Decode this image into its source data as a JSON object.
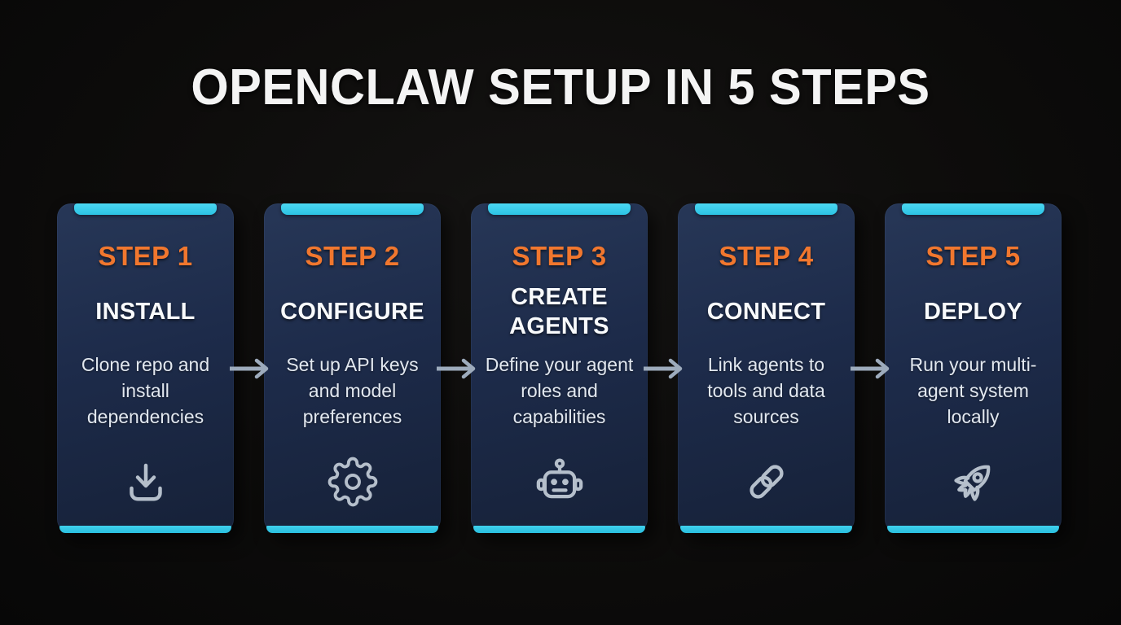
{
  "header": {
    "title": "OPENCLAW SETUP IN 5 STEPS"
  },
  "steps": [
    {
      "step_label": "STEP 1",
      "title": "INSTALL",
      "description": "Clone repo and install dependencies",
      "icon": "download-icon"
    },
    {
      "step_label": "STEP 2",
      "title": "CONFIGURE",
      "description": "Set up API keys and model preferences",
      "icon": "gear-icon"
    },
    {
      "step_label": "STEP 3",
      "title": "CREATE AGENTS",
      "description": "Define your agent roles and capabilities",
      "icon": "robot-icon"
    },
    {
      "step_label": "STEP 4",
      "title": "CONNECT",
      "description": "Link agents to tools and data sources",
      "icon": "link-icon"
    },
    {
      "step_label": "STEP 5",
      "title": "DEPLOY",
      "description": "Run your multi-agent system locally",
      "icon": "rocket-icon"
    }
  ],
  "colors": {
    "background": "#0d0c0b",
    "card_background_top": "#273757",
    "card_background_bottom": "#162138",
    "accent_cyan": "#35cbe9",
    "step_orange": "#f1772e",
    "title_white": "#f4f4f4",
    "description_gray": "#e2e8f0",
    "icon_gray": "#b5bfcb",
    "arrow_gray": "#9dabbc"
  }
}
